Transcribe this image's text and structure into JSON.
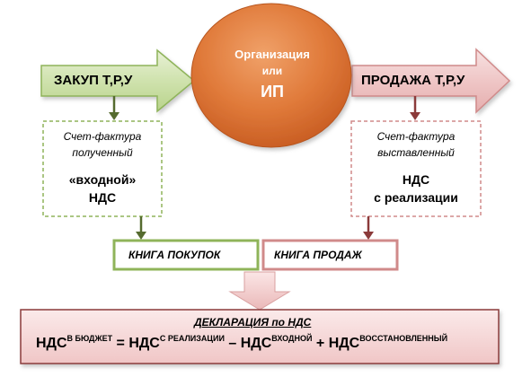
{
  "organization": {
    "line1": "Организация",
    "line2": "или",
    "line3": "ИП"
  },
  "purchase_arrow": {
    "label": "ЗАКУП Т,Р,У"
  },
  "sale_arrow": {
    "label": "ПРОДАЖА Т,Р,У"
  },
  "invoice_received": {
    "line1": "Счет-фактура",
    "line2": "полученный",
    "line3": "«входной»",
    "line4": "НДС"
  },
  "invoice_issued": {
    "line1": "Счет-фактура",
    "line2": "выставленный",
    "line3": "НДС",
    "line4": "с реализации"
  },
  "purchase_book": {
    "label": "КНИГА ПОКУПОК"
  },
  "sales_book": {
    "label": "КНИГА ПРОДАЖ"
  },
  "declaration": {
    "title": "ДЕКЛАРАЦИЯ по НДС",
    "vat1": "НДС",
    "sup1": "В БЮДЖЕТ",
    "op1": "=",
    "vat2": "НДС",
    "sup2": "С РЕАЛИЗАЦИИ",
    "op2": "–",
    "vat3": "НДС",
    "sup3": "ВХОДНОЙ",
    "op3": "+",
    "vat4": "НДС",
    "sup4": "ВОССТАНОВЛЕННЫЙ"
  },
  "colors": {
    "green_arrow": "#cfe3b0",
    "green_border": "#8fb45a",
    "pink_arrow": "#eec6c6",
    "pink_border": "#d08a8a",
    "orange_circle": "#e07a3a",
    "dark_green": "#556b2f",
    "dark_red": "#8b3a3a",
    "declaration_fill": "#f6d6d6"
  }
}
